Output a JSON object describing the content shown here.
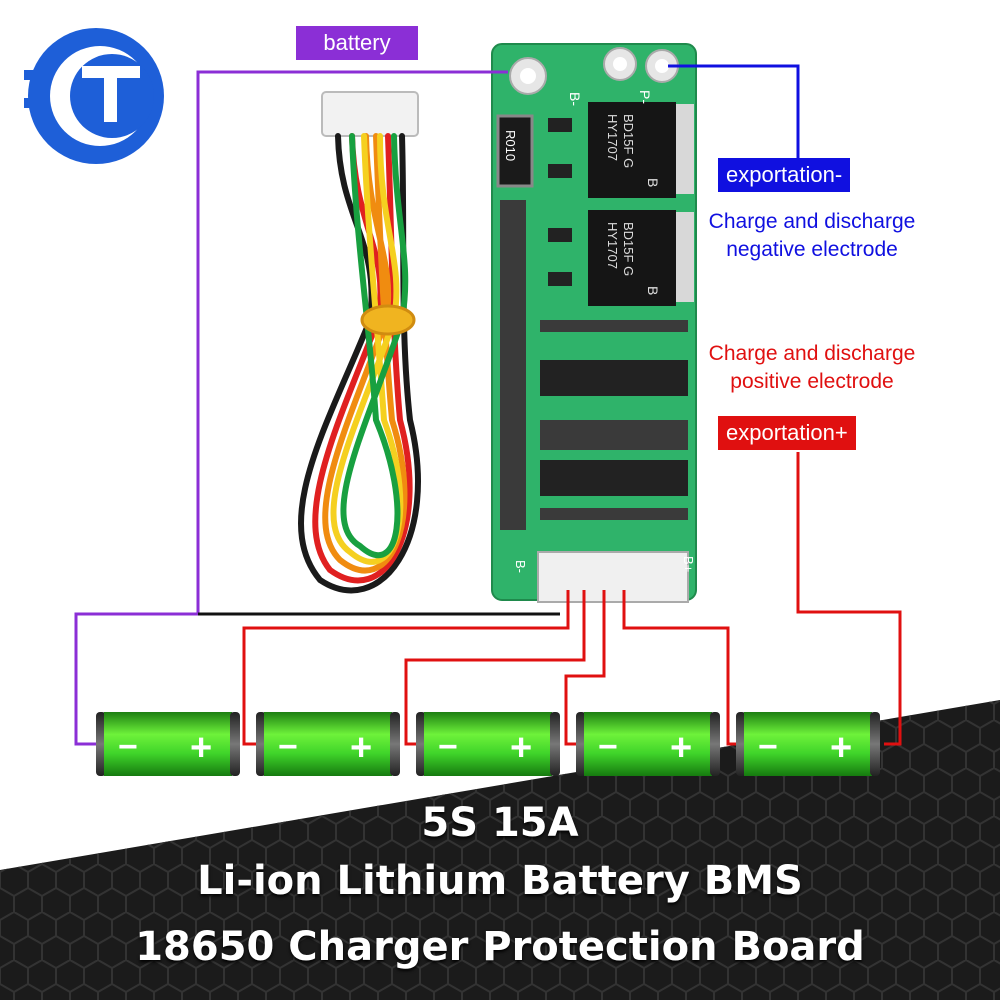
{
  "labels": {
    "battery": "battery",
    "exportation_negative": "exportation-",
    "negative_description_line1": "Charge and discharge",
    "negative_description_line2": "negative electrode",
    "positive_description_line1": "Charge and discharge",
    "positive_description_line2": "positive electrode",
    "exportation_positive": "exportation+"
  },
  "board": {
    "pad_b_minus": "B-",
    "pad_p_minus": "P-",
    "resistor": "R010",
    "mosfet_line1": "HY1707",
    "mosfet_line2": "BD15F G",
    "mosfet_pin": "B",
    "connector_b_minus": "B-",
    "connector_b_plus": "B+"
  },
  "cells": [
    {
      "minus": "−",
      "plus": "+"
    },
    {
      "minus": "−",
      "plus": "+"
    },
    {
      "minus": "−",
      "plus": "+"
    },
    {
      "minus": "−",
      "plus": "+"
    },
    {
      "minus": "−",
      "plus": "+"
    }
  ],
  "title": {
    "line1": "5S 15A",
    "line2": "Li-ion Lithium Battery BMS",
    "line3": "18650 Charger Protection Board"
  },
  "colors": {
    "battery_wire": "#8b2fd6",
    "negative_wire": "#1010e0",
    "positive_wire": "#e01010",
    "pcb_green": "#2fb36a",
    "cell_green": "#38d42a",
    "logo_blue": "#1e5fd8",
    "background_dark": "#1b1b1b"
  }
}
